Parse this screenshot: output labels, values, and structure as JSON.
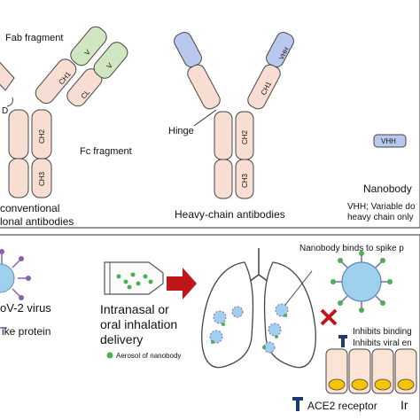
{
  "top_panel": {
    "conventional": {
      "fab_label": "Fab fragment",
      "fc_label": "Fc fragment",
      "title_line1": "conventional",
      "title_line2": "clonal antibodies",
      "domains": {
        "ch1": "CH1",
        "cl": "CL",
        "vl_partial": "V",
        "vl_short": "V",
        "ch2": "CH2",
        "ch3": "CH3",
        "cut": "D"
      }
    },
    "heavy_chain": {
      "hinge_label": "Hinge",
      "title": "Heavy-chain antibodies",
      "domains": {
        "vhh": "VHH",
        "ch1": "CH1",
        "ch2": "CH2",
        "ch3": "CH3"
      }
    },
    "nanobody": {
      "chip": "VHH",
      "title": "Nanobody",
      "desc_line1": "VHH; Variable do",
      "desc_line2": "heavy chain only"
    }
  },
  "bottom_panel": {
    "virus_line1": "oV-2 virus",
    "virus_line2": "ike protein",
    "delivery_line1": "Intranasal or",
    "delivery_line2": "oral inhalation",
    "delivery_line3": "delivery",
    "aerosol_legend": "Aerosol of nanobody",
    "binds_label": "Nanobody binds to spike p",
    "inhibit1": "Inhibits binding",
    "inhibit2": "Inhibits viral en",
    "ace2_label": "ACE2 receptor",
    "cut_label": "Ir"
  },
  "colors": {
    "heavy": "#f8ded2",
    "light_variable": "#cfe6c0",
    "vhh": "#b9c8ef",
    "arrow": "#c0161b",
    "aerosol": "#4caf50",
    "virus": "#9fd0ee",
    "cell_nucleus": "#f5c400"
  }
}
